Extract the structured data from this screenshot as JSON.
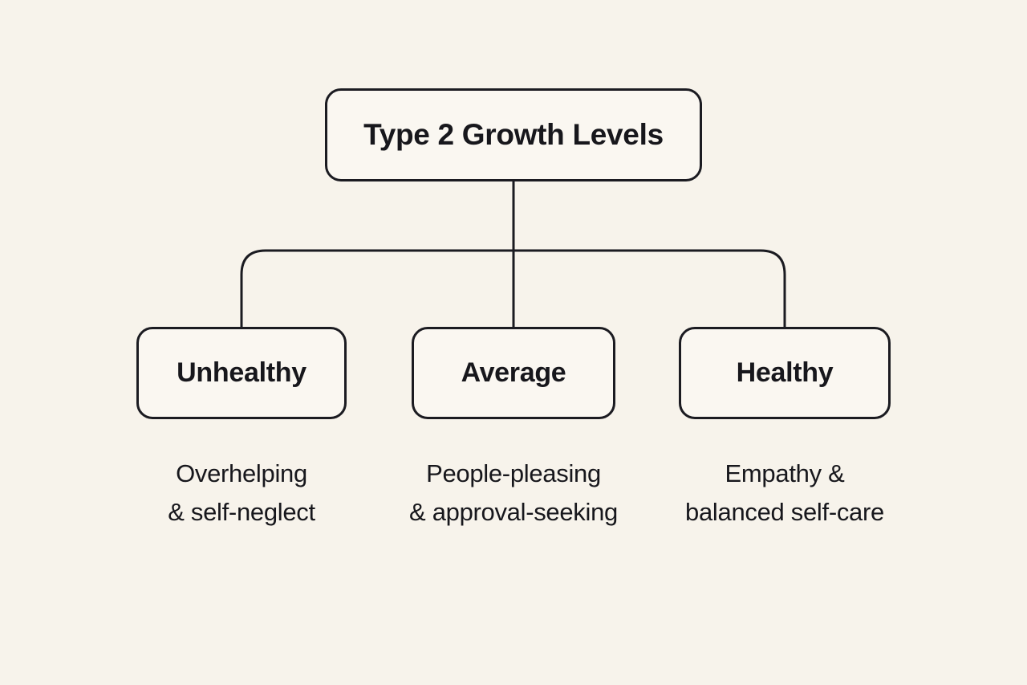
{
  "diagram": {
    "title": "Type 2 Growth Levels",
    "levels": [
      {
        "label": "Unhealthy",
        "description_line1": "Overhelping",
        "description_line2": "& self-neglect"
      },
      {
        "label": "Average",
        "description_line1": "People-pleasing",
        "description_line2": "& approval-seeking"
      },
      {
        "label": "Healthy",
        "description_line1": "Empathy &",
        "description_line2": "balanced self-care"
      }
    ],
    "colors": {
      "background": "#f7f3eb",
      "box_fill": "#faf7f1",
      "line": "#1b1b21",
      "text": "#17171c"
    }
  }
}
